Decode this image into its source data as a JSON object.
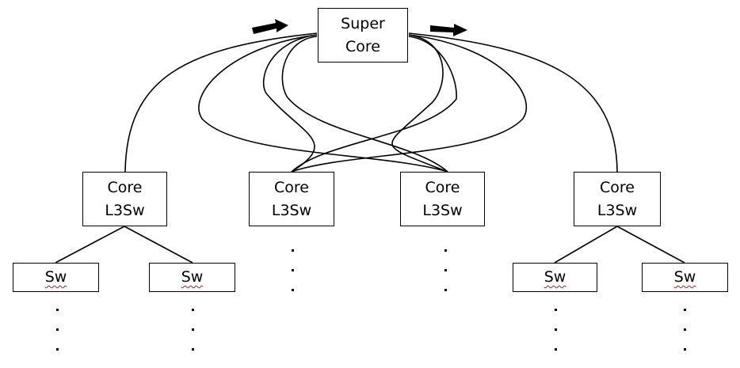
{
  "nodes": {
    "super_core": {
      "line1": "Super",
      "line2": "Core"
    },
    "core_1": {
      "line1": "Core",
      "line2": "L3Sw"
    },
    "core_2": {
      "line1": "Core",
      "line2": "L3Sw"
    },
    "core_3": {
      "line1": "Core",
      "line2": "L3Sw"
    },
    "core_4": {
      "line1": "Core",
      "line2": "L3Sw"
    },
    "sw_1": {
      "label": "Sw"
    },
    "sw_2": {
      "label": "Sw"
    },
    "sw_3": {
      "label": "Sw"
    },
    "sw_4": {
      "label": "Sw"
    }
  },
  "colors": {
    "line": "#000000",
    "spellcheck_underline": "#d01010"
  },
  "icons": {
    "arrow_left": "right-arrow-icon",
    "arrow_right": "right-arrow-icon"
  }
}
